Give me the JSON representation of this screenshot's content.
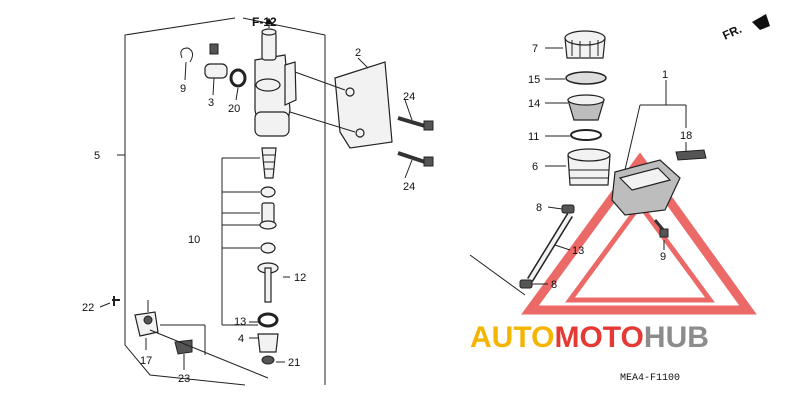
{
  "reference": {
    "label": "F-12"
  },
  "direction": {
    "label": "FR."
  },
  "diagram_code": "MEA4-F1100",
  "watermark": {
    "auto": "AUTO",
    "moto": "MOTO",
    "hub": "HUB",
    "colors": {
      "auto": "#f5b400",
      "moto": "#e53935",
      "hub": "#8c8c8c"
    }
  },
  "callouts": {
    "c1": "1",
    "c2": "2",
    "c3": "3",
    "c4": "4",
    "c5": "5",
    "c6": "6",
    "c7": "7",
    "c8a": "8",
    "c8b": "8",
    "c9a": "9",
    "c9b": "9",
    "c10": "10",
    "c11": "11",
    "c12": "12",
    "c13a": "13",
    "c13b": "13",
    "c14": "14",
    "c15": "15",
    "c17": "17",
    "c18": "18",
    "c20": "20",
    "c21": "21",
    "c22": "22",
    "c23": "23",
    "c24a": "24",
    "c24b": "24"
  }
}
